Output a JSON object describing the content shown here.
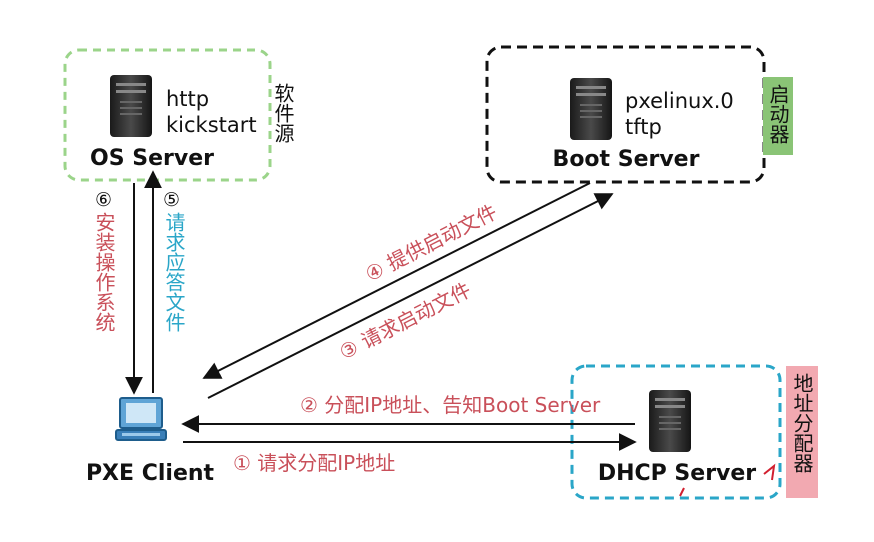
{
  "colors": {
    "green": "#9bd48a",
    "black": "#111111",
    "blue": "#2aa6c8",
    "red": "#c9505a",
    "label_green_bg": "#8ac476",
    "label_pink_bg": "#f2a9b1"
  },
  "nodes": {
    "os_server": {
      "title": "OS Server",
      "services": [
        "http",
        "kickstart"
      ],
      "side_label": "软件源"
    },
    "boot_server": {
      "title": "Boot Server",
      "services": [
        "pxelinux.0",
        "tftp"
      ],
      "side_label": "启动器"
    },
    "dhcp_server": {
      "title": "DHCP Server",
      "side_label": "地址分配器"
    },
    "pxe_client": {
      "title": "PXE Client"
    }
  },
  "arrows": {
    "a1": "① 请求分配IP地址",
    "a2": "② 分配IP地址、告知Boot Server",
    "a3": "③ 请求启动文件",
    "a4": "④ 提供启动文件",
    "a5": {
      "number": "⑤",
      "text": "请求应答文件"
    },
    "a6": {
      "number": "⑥",
      "text": "安装操作系统"
    }
  }
}
